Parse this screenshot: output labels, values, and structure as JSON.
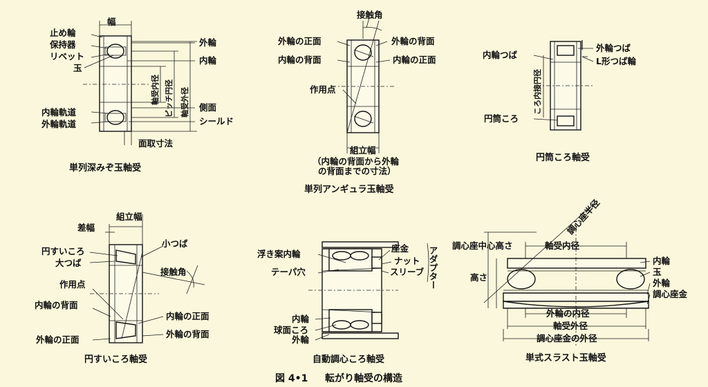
{
  "figure": {
    "caption_num": "図 4•1",
    "caption": "転がり軸受の構造"
  },
  "deep_groove": {
    "title": "単列深みぞ玉軸受",
    "labels": [
      "幅",
      "止め輪",
      "保持器",
      "リベット",
      "玉",
      "内輪軌道",
      "外輪軌道",
      "外輪",
      "内輪",
      "側面",
      "シールド",
      "面取寸法"
    ],
    "vlabels": [
      "軸受内径",
      "ピッチ円径",
      "軸受外径"
    ]
  },
  "angular": {
    "title": "単列アンギュラ玉軸受",
    "labels": [
      "接触角",
      "外輪の正面",
      "外輪の背面",
      "内輪の背面",
      "内輪の正面",
      "作用点",
      "組立幅"
    ],
    "note": [
      "（内輪の背面から外輪",
      "の背面までの寸法）"
    ]
  },
  "cylindrical": {
    "title": "円筒ころ軸受",
    "labels": [
      "内輪つば",
      "外輪つば",
      "L形つば輪",
      "円筒ころ"
    ],
    "vlabel": "ころ内接円径"
  },
  "tapered": {
    "title": "円すいころ軸受",
    "labels": [
      "組立幅",
      "差幅",
      "円すいころ",
      "大つば",
      "小つば",
      "接触角",
      "作用点",
      "内輪の背面",
      "内輪の正面",
      "外輪の正面",
      "外輪の背面"
    ]
  },
  "self_aligning": {
    "title": "自動調心ころ軸受",
    "labels": [
      "浮き案内輪",
      "座金",
      "ナット",
      "テーパ穴",
      "スリーブ",
      "内輪",
      "球面ころ",
      "外輪"
    ],
    "adapter": "アダプター"
  },
  "thrust": {
    "title": "単式スラスト玉軸受",
    "labels": [
      "調心座半径",
      "調心座中心高さ",
      "軸受内径",
      "内輪",
      "玉",
      "外輪",
      "調心座金",
      "高さ",
      "外輪の内径",
      "軸受外径",
      "調心座金の外径"
    ]
  }
}
